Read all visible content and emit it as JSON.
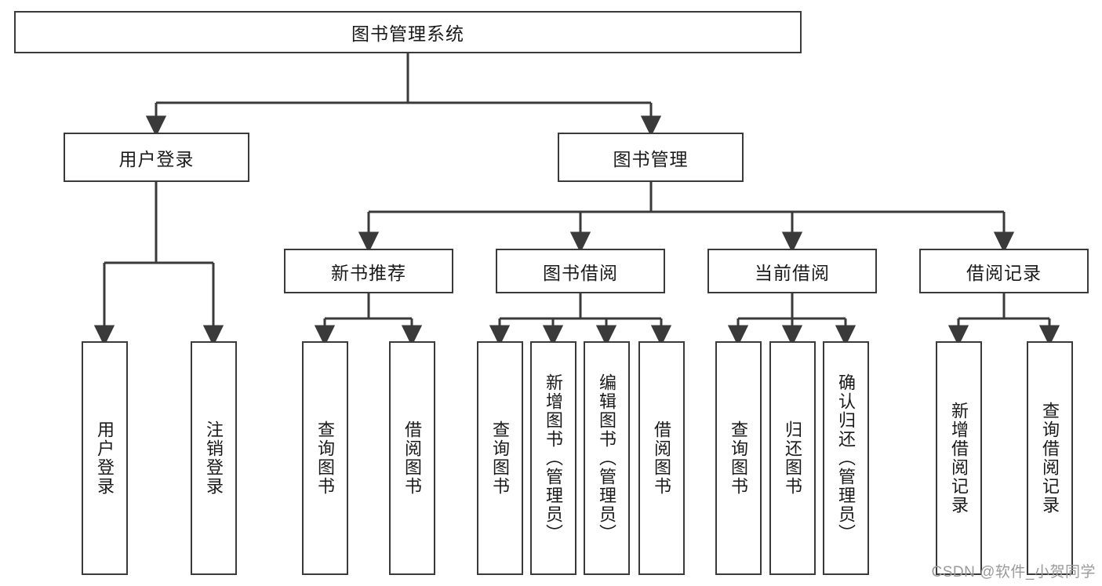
{
  "diagram": {
    "type": "tree",
    "title": "图书管理系统",
    "watermark": "CSDN @软件_小贺同学",
    "colors": {
      "box_border": "#3a3a3a",
      "box_fill": "#ffffff",
      "edge": "#3a3a3a",
      "text": "#1a1a1a",
      "watermark": "#9a9a9a"
    },
    "nodes": {
      "root": {
        "label": "图书管理系统"
      },
      "level2": [
        {
          "id": "user_login",
          "label": "用户登录"
        },
        {
          "id": "book_manage",
          "label": "图书管理"
        }
      ],
      "level3": [
        {
          "id": "new_book",
          "label": "新书推荐"
        },
        {
          "id": "borrow_book",
          "label": "图书借阅"
        },
        {
          "id": "current_borrow",
          "label": "当前借阅"
        },
        {
          "id": "borrow_record",
          "label": "借阅记录"
        }
      ],
      "leaves": {
        "user_login": [
          {
            "id": "leaf_user_login",
            "label": "用户登录"
          },
          {
            "id": "leaf_logout",
            "label": "注销登录"
          }
        ],
        "new_book": [
          {
            "id": "leaf_query_book_1",
            "label": "查询图书"
          },
          {
            "id": "leaf_borrow_book_1",
            "label": "借阅图书"
          }
        ],
        "borrow_book": [
          {
            "id": "leaf_query_book_2",
            "label": "查询图书"
          },
          {
            "id": "leaf_add_book",
            "label": "新增图书（管理员）"
          },
          {
            "id": "leaf_edit_book",
            "label": "编辑图书（管理员）"
          },
          {
            "id": "leaf_borrow_book_2",
            "label": "借阅图书"
          }
        ],
        "current_borrow": [
          {
            "id": "leaf_query_book_3",
            "label": "查询图书"
          },
          {
            "id": "leaf_return_book",
            "label": "归还图书"
          },
          {
            "id": "leaf_confirm_return",
            "label": "确认归还（管理员）"
          }
        ],
        "borrow_record": [
          {
            "id": "leaf_add_record",
            "label": "新增借阅记录"
          },
          {
            "id": "leaf_query_record",
            "label": "查询借阅记录"
          }
        ]
      }
    }
  }
}
